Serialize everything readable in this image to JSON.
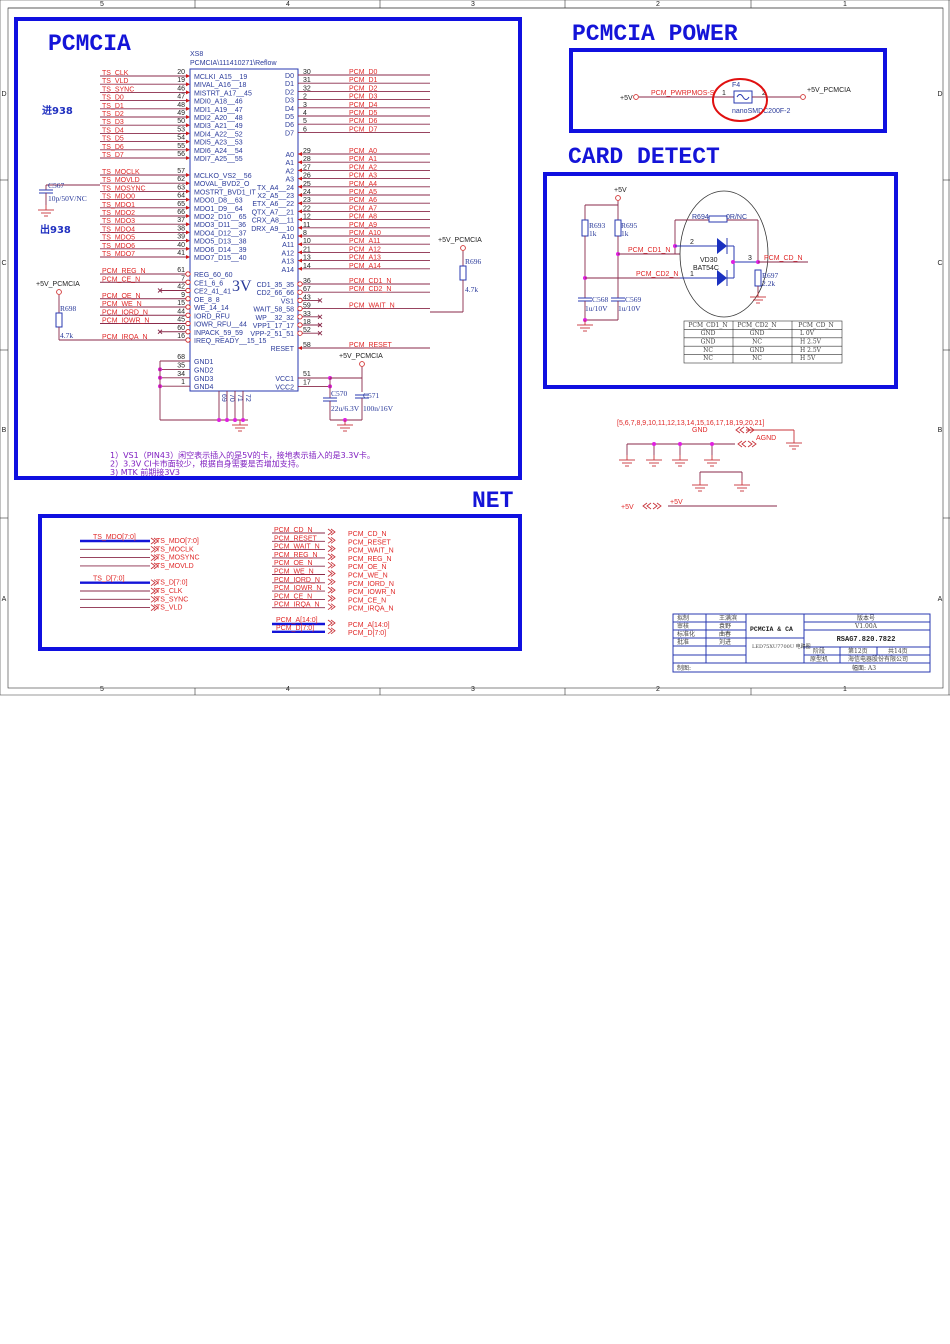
{
  "sheet": {
    "cols": [
      "5",
      "4",
      "3",
      "2",
      "1"
    ],
    "rows": [
      "D",
      "C",
      "B",
      "A"
    ]
  },
  "pcmcia": {
    "title": "PCMCIA",
    "ref": "XS8",
    "part": "PCMCIA\\111410271\\Reflow",
    "in_label": "进938",
    "out_label": "出938",
    "mark_3v": "3V",
    "ts_in": [
      {
        "net": "TS_CLK",
        "pin": "20",
        "func": "MCLKI_A15__19"
      },
      {
        "net": "TS_VLD",
        "pin": "19",
        "func": "MIVAL_A16__18"
      },
      {
        "net": "TS_SYNC",
        "pin": "46",
        "func": "MISTRT_A17__45"
      },
      {
        "net": "TS_D0",
        "pin": "47",
        "func": "MDI0_A18__46"
      },
      {
        "net": "TS_D1",
        "pin": "48",
        "func": "MDI1_A19__47"
      },
      {
        "net": "TS_D2",
        "pin": "49",
        "func": "MDI2_A20__48"
      },
      {
        "net": "TS_D3",
        "pin": "50",
        "func": "MDI3_A21__49"
      },
      {
        "net": "TS_D4",
        "pin": "53",
        "func": "MDI4_A22__52"
      },
      {
        "net": "TS_D5",
        "pin": "54",
        "func": "MDI5_A23__53"
      },
      {
        "net": "TS_D6",
        "pin": "55",
        "func": "MDI6_A24__54"
      },
      {
        "net": "TS_D7",
        "pin": "56",
        "func": "MDI7_A25__55"
      }
    ],
    "ts_out": [
      {
        "net": "TS_MOCLK",
        "pin": "57",
        "func": "MCLKO_VS2__56"
      },
      {
        "net": "TS_MOVLD",
        "pin": "62",
        "func": "MOVAL_BVD2_O"
      },
      {
        "net": "TS_MOSYNC",
        "pin": "63",
        "func": "MOSTRT_BVD1_IT"
      },
      {
        "net": "TS_MDO0",
        "pin": "64",
        "func": "MDO0_D8__63"
      },
      {
        "net": "TS_MDO1",
        "pin": "65",
        "func": "MDO1_D9__64"
      },
      {
        "net": "TS_MDO2",
        "pin": "66",
        "func": "MDO2_D10__65"
      },
      {
        "net": "TS_MDO3",
        "pin": "37",
        "func": "MDO3_D11__36"
      },
      {
        "net": "TS_MDO4",
        "pin": "38",
        "func": "MDO4_D12__37"
      },
      {
        "net": "TS_MDO5",
        "pin": "39",
        "func": "MDO5_D13__38"
      },
      {
        "net": "TS_MDO6",
        "pin": "40",
        "func": "MDO6_D14__39"
      },
      {
        "net": "TS_MDO7",
        "pin": "41",
        "func": "MDO7_D15__40"
      }
    ],
    "ctrl": [
      {
        "net": "PCM_REG_N",
        "pin": "61",
        "func": "REG_60_60"
      },
      {
        "net": "PCM_CE_N",
        "pin": "7",
        "func": "CE1_6_6"
      },
      {
        "net": "",
        "pin": "42",
        "func": "CE2_41_41"
      },
      {
        "net": "PCM_OE_N",
        "pin": "9",
        "func": "OE_8_8"
      },
      {
        "net": "PCM_WE_N",
        "pin": "15",
        "func": "WE_14_14"
      },
      {
        "net": "PCM_IORD_N",
        "pin": "44",
        "func": "IORD_RFU"
      },
      {
        "net": "PCM_IOWR_N",
        "pin": "45",
        "func": "IOWR_RFU__44"
      },
      {
        "net": "",
        "pin": "60",
        "func": "INPACK_59_59"
      },
      {
        "net": "PCM_IRQA_N",
        "pin": "16",
        "func": "IREQ_READY__15_15"
      }
    ],
    "data": [
      {
        "pin": "30",
        "func": "D0",
        "net": "PCM_D0"
      },
      {
        "pin": "31",
        "func": "D1",
        "net": "PCM_D1"
      },
      {
        "pin": "32",
        "func": "D2",
        "net": "PCM_D2"
      },
      {
        "pin": "2",
        "func": "D3",
        "net": "PCM_D3"
      },
      {
        "pin": "3",
        "func": "D4",
        "net": "PCM_D4"
      },
      {
        "pin": "4",
        "func": "D5",
        "net": "PCM_D5"
      },
      {
        "pin": "5",
        "func": "D6",
        "net": "PCM_D6"
      },
      {
        "pin": "6",
        "func": "D7",
        "net": "PCM_D7"
      }
    ],
    "addr": [
      {
        "pin": "29",
        "func": "A0",
        "net": "PCM_A0"
      },
      {
        "pin": "28",
        "func": "A1",
        "net": "PCM_A1"
      },
      {
        "pin": "27",
        "func": "A2",
        "net": "PCM_A2"
      },
      {
        "pin": "26",
        "func": "A3",
        "net": "PCM_A3"
      },
      {
        "pin": "25",
        "func": "TX_A4__24",
        "net": "PCM_A4"
      },
      {
        "pin": "24",
        "func": "X2_A5__23",
        "net": "PCM_A5"
      },
      {
        "pin": "23",
        "func": "ETX_A6__22",
        "net": "PCM_A6"
      },
      {
        "pin": "22",
        "func": "QTX_A7__21",
        "net": "PCM_A7"
      },
      {
        "pin": "12",
        "func": "CRX_A8__11",
        "net": "PCM_A8"
      },
      {
        "pin": "11",
        "func": "DRX_A9__10",
        "net": "PCM_A9"
      },
      {
        "pin": "8",
        "func": "A10",
        "net": "PCM_A10"
      },
      {
        "pin": "10",
        "func": "A11",
        "net": "PCM_A11"
      },
      {
        "pin": "21",
        "func": "A12",
        "net": "PCM_A12"
      },
      {
        "pin": "13",
        "func": "A13",
        "net": "PCM_A13"
      },
      {
        "pin": "14",
        "func": "A14",
        "net": "PCM_A14"
      }
    ],
    "status": [
      {
        "pin": "36",
        "func": "CD1_35_35",
        "net": "PCM_CD1_N"
      },
      {
        "pin": "67",
        "func": "CD2_66_66",
        "net": "PCM_CD2_N"
      },
      {
        "pin": "43",
        "func": "VS1",
        "net": ""
      },
      {
        "pin": "59",
        "func": "WAIT_58_58",
        "net": "PCM_WAIT_N"
      },
      {
        "pin": "33",
        "func": "WP__32_32",
        "net": ""
      },
      {
        "pin": "18",
        "func": "VPP1_17_17",
        "net": ""
      },
      {
        "pin": "52",
        "func": "VPP-2_51_51",
        "net": ""
      }
    ],
    "reset": {
      "pin": "58",
      "func": "RESET",
      "net": "PCM_RESET"
    },
    "gnd": [
      {
        "pin": "68",
        "func": "GND1"
      },
      {
        "pin": "35",
        "func": "GND2"
      },
      {
        "pin": "34",
        "func": "GND3"
      },
      {
        "pin": "1",
        "func": "GND4"
      }
    ],
    "vcc": [
      {
        "pin": "51",
        "func": "VCC1"
      },
      {
        "pin": "17",
        "func": "VCC2"
      }
    ],
    "bottom_pins": [
      "69",
      "70",
      "71",
      "72"
    ],
    "c567": {
      "ref": "C567",
      "val": "10p/50V/NC"
    },
    "r698": {
      "ref": "R698",
      "val": "4.7k"
    },
    "r696": {
      "ref": "R696",
      "val": "4.7k"
    },
    "c570": {
      "ref": "C570",
      "val": "22u/6.3V"
    },
    "c571": {
      "ref": "C571",
      "val": "100n/16V"
    },
    "rail": "+5V_PCMCIA",
    "notes": [
      "1）VS1（PIN43）闲空表示插入的是5V的卡，接地表示插入的是3.3V卡。",
      "2）3.3V CI卡市面较少，根据自身需要是否增加支持。",
      "3) MTK 前期接3V3"
    ]
  },
  "power": {
    "title": "PCMCIA POWER",
    "in": "+5V",
    "net": "PCM_PWRPMOS-S",
    "pin1": "1",
    "pin2": "2",
    "ref": "F4",
    "part": "nanoSMDC200F-2",
    "out": "+5V_PCMCIA"
  },
  "card": {
    "title": "CARD DETECT",
    "rail": "+5V",
    "r693": {
      "ref": "R693",
      "val": "1k"
    },
    "r695": {
      "ref": "R695",
      "val": "1k"
    },
    "cd1": "PCM_CD1_N",
    "cd2": "PCM_CD2_N",
    "c568": {
      "ref": "C568",
      "val": "1u/10V"
    },
    "c569": {
      "ref": "C569",
      "val": "1u/10V"
    },
    "r694": {
      "ref": "R694",
      "val": "0R/NC"
    },
    "vd": {
      "ref": "VD30",
      "part": "BAT54C",
      "p1": "1",
      "p2": "2",
      "p3": "3"
    },
    "out": "PCM_CD_N",
    "r697": {
      "ref": "R697",
      "val": "2.2k"
    },
    "table": {
      "headers": [
        "PCM_CD1_N",
        "PCM_CD2_N",
        "PCM_CD_N"
      ],
      "rows": [
        [
          "GND",
          "GND",
          "L   0V"
        ],
        [
          "GND",
          "NC",
          "H   2.5V"
        ],
        [
          "NC",
          "GND",
          "H   2.5V"
        ],
        [
          "NC",
          "NC",
          "H   5V"
        ]
      ]
    }
  },
  "gndnet": {
    "pins": "[5,6,7,8,9,10,11,12,13,14,15,16,17,18,19,20,21]",
    "gnd": "GND",
    "agnd": "AGND",
    "p5a": "+5V",
    "p5b": "+5V"
  },
  "net": {
    "title": "NET",
    "left": [
      {
        "wire": "TS_MDO[7:0]",
        "port": "TS_MDO[7:0]",
        "bus": true
      },
      {
        "wire": "",
        "port": "TS_MOCLK"
      },
      {
        "wire": "",
        "port": "TS_MOSYNC"
      },
      {
        "wire": "",
        "port": "TS_MOVLD"
      },
      {
        "wire": "TS_D[7:0]",
        "port": "TS_D[7:0]",
        "bus": true
      },
      {
        "wire": "",
        "port": "TS_CLK"
      },
      {
        "wire": "",
        "port": "TS_SYNC"
      },
      {
        "wire": "",
        "port": "TS_VLD"
      }
    ],
    "right": [
      {
        "wire": "PCM_CD_N",
        "port": "PCM_CD_N"
      },
      {
        "wire": "PCM_RESET",
        "port": "PCM_RESET"
      },
      {
        "wire": "PCM_WAIT_N",
        "port": "PCM_WAIT_N"
      },
      {
        "wire": "PCM_REG_N",
        "port": "PCM_REG_N"
      },
      {
        "wire": "PCM_OE_N",
        "port": "PCM_OE_N"
      },
      {
        "wire": "PCM_WE_N",
        "port": "PCM_WE_N"
      },
      {
        "wire": "PCM_IORD_N",
        "port": "PCM_IORD_N"
      },
      {
        "wire": "PCM_IOWR_N",
        "port": "PCM_IOWR_N"
      },
      {
        "wire": "PCM_CE_N",
        "port": "PCM_CE_N"
      },
      {
        "wire": "PCM_IRQA_N",
        "port": "PCM_IRQA_N"
      }
    ],
    "bus": [
      {
        "wire": "PCM_A[14:0]",
        "port": "PCM_A[14:0]"
      },
      {
        "wire": "PCM_D[7:0]",
        "port": "PCM_D[7:0]"
      }
    ]
  },
  "titleblock": {
    "roles": [
      "拟制",
      "审核",
      "标准化",
      "批准"
    ],
    "names": [
      "王满滨",
      "袁野",
      "曲春",
      "刘进"
    ],
    "title": "PCMCIA & CA",
    "drawing": "LED75XU7700U 电路图",
    "ver_label": "版本号",
    "ver": "V1.00A",
    "code": "RSAG7.820.7822",
    "stage": "阶段",
    "page": "第12页",
    "total": "共14页",
    "proto": "原型机",
    "company": "海信电器股份有限公司",
    "maker": "制图:",
    "size": "幅面: A3"
  }
}
